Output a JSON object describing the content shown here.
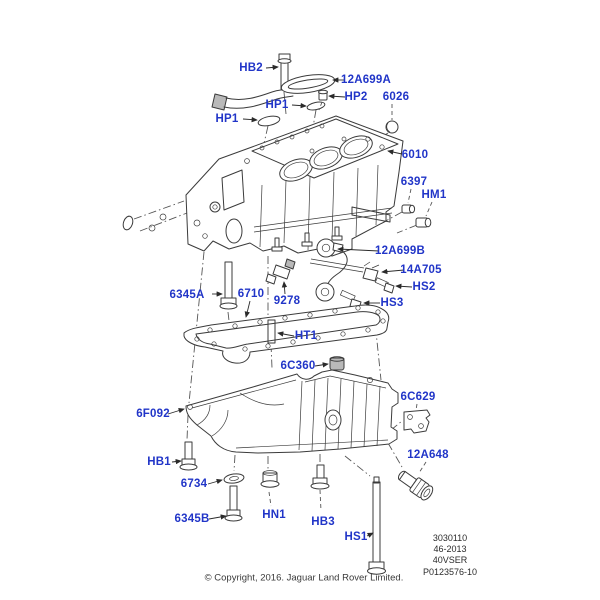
{
  "diagram": {
    "title": "Engine block and oil pan exploded parts diagram",
    "colors": {
      "callout_text": "#2135c8",
      "line_art": "#3b3b3b",
      "background": "#ffffff"
    },
    "callouts": [
      {
        "label": "HB2"
      },
      {
        "label": "12A699A"
      },
      {
        "label": "HP2"
      },
      {
        "label": "6026"
      },
      {
        "label": "HP1"
      },
      {
        "label": "HP1"
      },
      {
        "label": "6010"
      },
      {
        "label": "6397"
      },
      {
        "label": "HM1"
      },
      {
        "label": "12A699B"
      },
      {
        "label": "14A705"
      },
      {
        "label": "HS2"
      },
      {
        "label": "6345A"
      },
      {
        "label": "6710"
      },
      {
        "label": "9278"
      },
      {
        "label": "HS3"
      },
      {
        "label": "HT1"
      },
      {
        "label": "6C360"
      },
      {
        "label": "6C629"
      },
      {
        "label": "6F092"
      },
      {
        "label": "HB1"
      },
      {
        "label": "12A648"
      },
      {
        "label": "6734"
      },
      {
        "label": "6345B"
      },
      {
        "label": "HN1"
      },
      {
        "label": "HB3"
      },
      {
        "label": "HS1"
      }
    ],
    "ref_block": {
      "lines": [
        "3030110",
        "46-2013",
        "40VSER",
        "P0123576-10"
      ]
    },
    "copyright": "© Copyright, 2016. Jaguar Land Rover Limited."
  }
}
